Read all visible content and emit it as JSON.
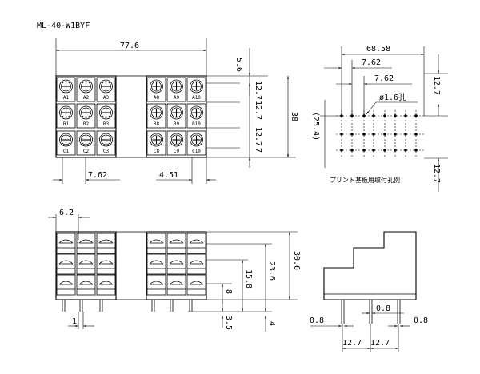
{
  "title": "ML-40-W1BYF",
  "top_view": {
    "width_label": "77.6",
    "height_total_label": "38",
    "right_dims": [
      "5.6",
      "12.7",
      "12.7",
      "12.7",
      "7"
    ],
    "bottom_dims": [
      "7.62",
      "4.51"
    ],
    "left_block_labels": [
      [
        "A1",
        "A2",
        "A3"
      ],
      [
        "B1",
        "B2",
        "B3"
      ],
      [
        "C1",
        "C2",
        "C3"
      ]
    ],
    "right_block_labels": [
      [
        "A8",
        "A9",
        "A10"
      ],
      [
        "B8",
        "B9",
        "B10"
      ],
      [
        "C8",
        "C9",
        "C10"
      ]
    ]
  },
  "pcb_layout": {
    "width_label": "68.58",
    "pitch_label_1": "7.62",
    "pitch_label_2": "7.62",
    "hole_label": "ø1.6孔",
    "left_label": "(25.4)",
    "right_dims": [
      "12.7",
      "12.7"
    ],
    "caption": "プリント基板用取付孔例"
  },
  "front_view": {
    "top_dim": "6.2",
    "right_dims": [
      "30.6",
      "23.6",
      "15.8",
      "8",
      "3.5",
      "4"
    ],
    "bottom_dim": "1"
  },
  "side_view": {
    "bottom_left": "0.8",
    "bottom_mid": "0.8",
    "bottom_right": "0.8",
    "base_dims": [
      "12.7",
      "12.7"
    ]
  }
}
